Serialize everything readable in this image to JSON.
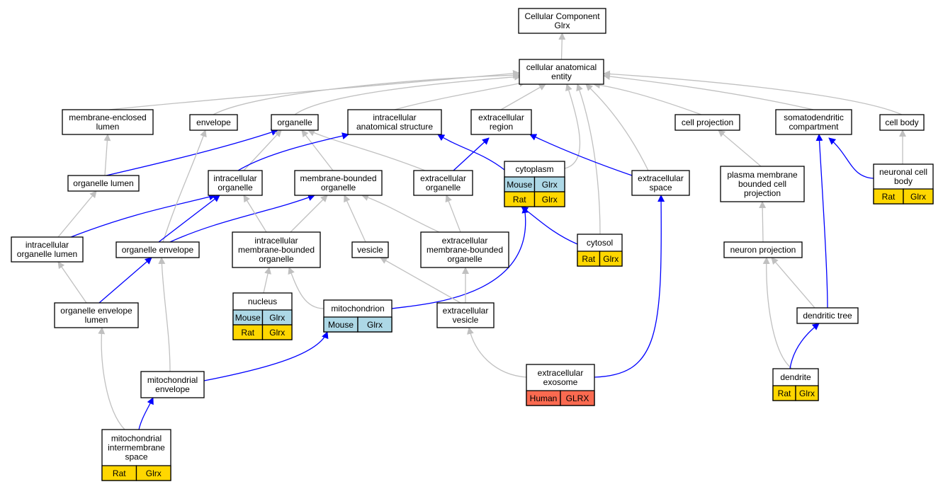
{
  "colors": {
    "mouse": "#add8e6",
    "rat": "#ffd700",
    "human": "#fa6a50",
    "edge_default": "#c0c0c0",
    "edge_highlight": "#0000ff"
  },
  "nodes": {
    "cc": {
      "lines": [
        "Cellular Component",
        "Glrx"
      ]
    },
    "cae": {
      "lines": [
        "cellular anatomical",
        "entity"
      ]
    },
    "mel": {
      "lines": [
        "membrane-enclosed",
        "lumen"
      ]
    },
    "env": {
      "lines": [
        "envelope"
      ]
    },
    "org": {
      "lines": [
        "organelle"
      ]
    },
    "ias": {
      "lines": [
        "intracellular",
        "anatomical structure"
      ]
    },
    "exr": {
      "lines": [
        "extracellular",
        "region"
      ]
    },
    "cp": {
      "lines": [
        "cell projection"
      ]
    },
    "sdc": {
      "lines": [
        "somatodendritic",
        "compartment"
      ]
    },
    "cb": {
      "lines": [
        "cell body"
      ]
    },
    "ol": {
      "lines": [
        "organelle lumen"
      ]
    },
    "io": {
      "lines": [
        "intracellular",
        "organelle"
      ]
    },
    "mbo": {
      "lines": [
        "membrane-bounded",
        "organelle"
      ]
    },
    "exo": {
      "lines": [
        "extracellular",
        "organelle"
      ]
    },
    "cyt": {
      "lines": [
        "cytoplasm"
      ],
      "rows": [
        [
          "Mouse",
          "Glrx"
        ],
        [
          "Rat",
          "Glrx"
        ]
      ],
      "row_colors": [
        "mouse",
        "rat"
      ]
    },
    "exs": {
      "lines": [
        "extracellular",
        "space"
      ]
    },
    "pmbcp": {
      "lines": [
        "plasma membrane",
        "bounded cell",
        "projection"
      ]
    },
    "ncb": {
      "lines": [
        "neuronal cell",
        "body"
      ],
      "rows": [
        [
          "Rat",
          "Glrx"
        ]
      ],
      "row_colors": [
        "rat"
      ]
    },
    "iol": {
      "lines": [
        "intracellular",
        "organelle lumen"
      ]
    },
    "oe": {
      "lines": [
        "organelle envelope"
      ]
    },
    "imbo": {
      "lines": [
        "intracellular",
        "membrane-bounded",
        "organelle"
      ]
    },
    "ves": {
      "lines": [
        "vesicle"
      ]
    },
    "embo": {
      "lines": [
        "extracellular",
        "membrane-bounded",
        "organelle"
      ]
    },
    "cytosol": {
      "lines": [
        "cytosol"
      ],
      "rows": [
        [
          "Rat",
          "Glrx"
        ]
      ],
      "row_colors": [
        "rat"
      ]
    },
    "np": {
      "lines": [
        "neuron projection"
      ]
    },
    "oel": {
      "lines": [
        "organelle envelope",
        "lumen"
      ]
    },
    "nuc": {
      "lines": [
        "nucleus"
      ],
      "rows": [
        [
          "Mouse",
          "Glrx"
        ],
        [
          "Rat",
          "Glrx"
        ]
      ],
      "row_colors": [
        "mouse",
        "rat"
      ]
    },
    "mito": {
      "lines": [
        "mitochondrion"
      ],
      "rows": [
        [
          "Mouse",
          "Glrx"
        ]
      ],
      "row_colors": [
        "mouse"
      ]
    },
    "exv": {
      "lines": [
        "extracellular",
        "vesicle"
      ]
    },
    "dt": {
      "lines": [
        "dendritic tree"
      ]
    },
    "me": {
      "lines": [
        "mitochondrial",
        "envelope"
      ]
    },
    "exsome": {
      "lines": [
        "extracellular",
        "exosome"
      ],
      "rows": [
        [
          "Human",
          "GLRX"
        ]
      ],
      "row_colors": [
        "human"
      ]
    },
    "dend": {
      "lines": [
        "dendrite"
      ],
      "rows": [
        [
          "Rat",
          "Glrx"
        ]
      ],
      "row_colors": [
        "rat"
      ]
    },
    "mis": {
      "lines": [
        "mitochondrial",
        "intermembrane",
        "space"
      ],
      "rows": [
        [
          "Rat",
          "Glrx"
        ]
      ],
      "row_colors": [
        "rat"
      ]
    }
  }
}
